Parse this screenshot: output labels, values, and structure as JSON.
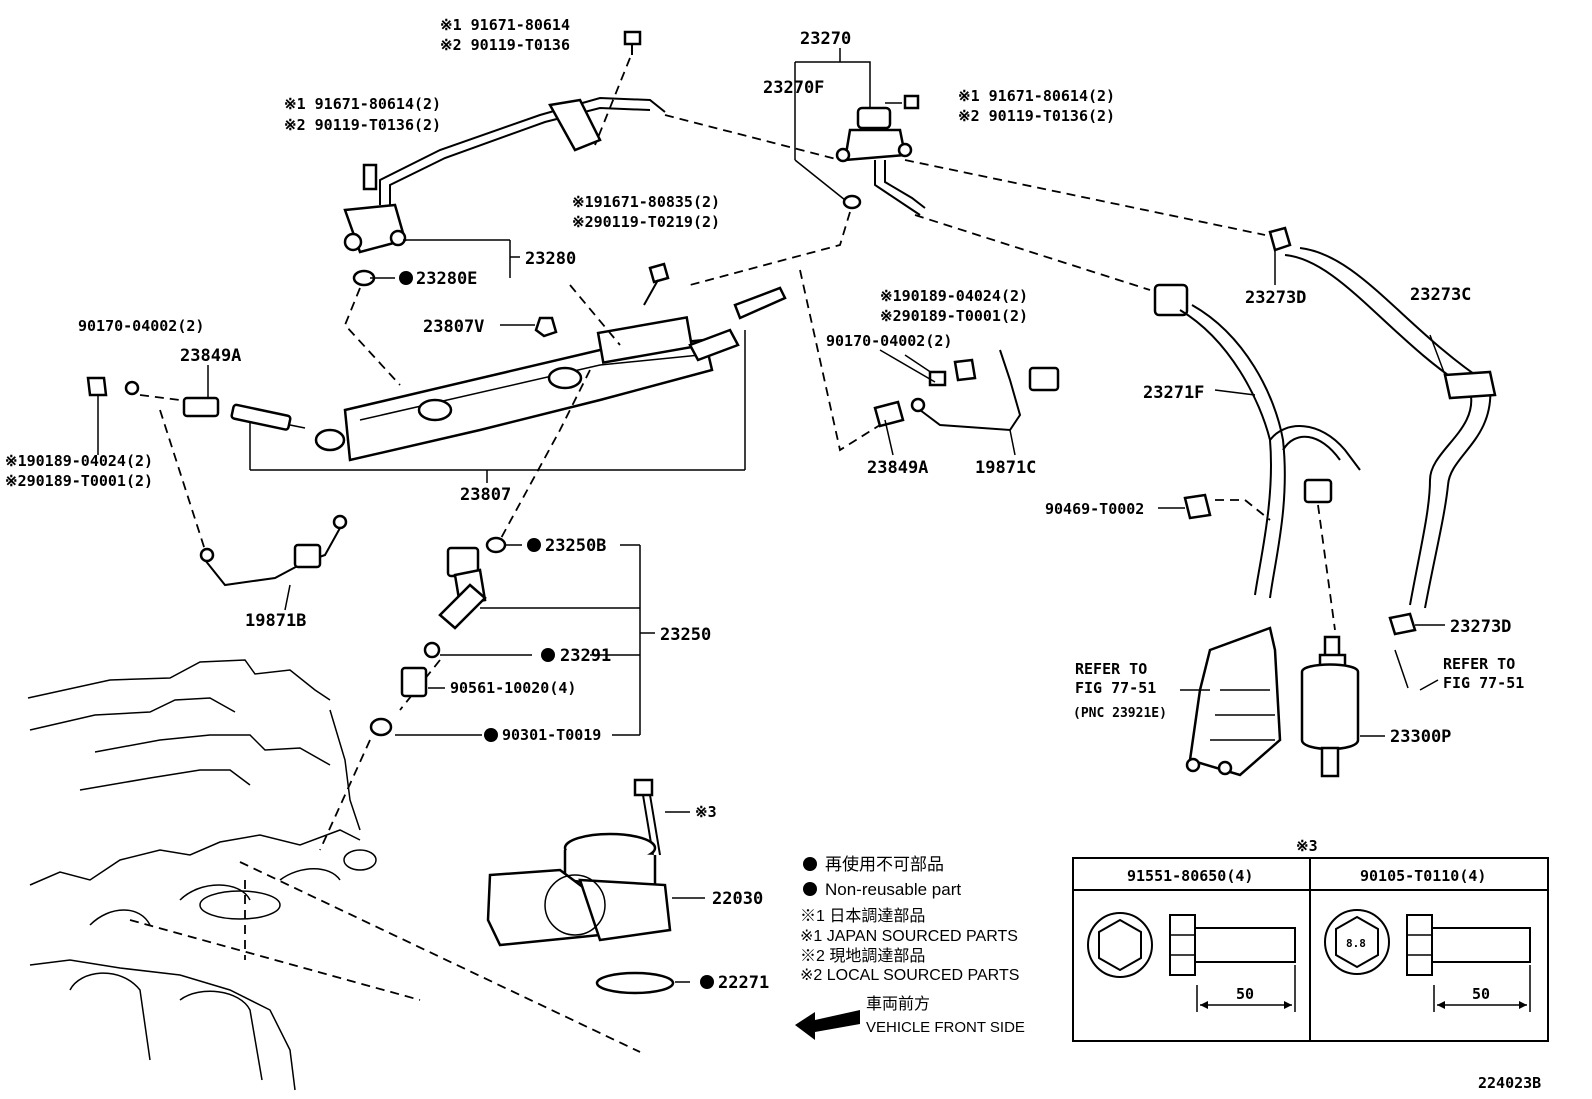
{
  "labels": {
    "p23270": "23270",
    "p23270F": "23270F",
    "bolt_top_1": "※1  91671-80614",
    "bolt_top_2": "※2  90119-T0136",
    "bolt_left_1": "※1  91671-80614(2)",
    "bolt_left_2": "※2  90119-T0136(2)",
    "bolt_right_1": "※1  91671-80614(2)",
    "bolt_right_2": "※2  90119-T0136(2)",
    "bolt_mid_1": "※191671-80835(2)",
    "bolt_mid_2": "※290119-T0219(2)",
    "p23280": "23280",
    "p23280E": "23280E",
    "p23807V": "23807V",
    "p90170_left": "90170-04002(2)",
    "p23849A_left": "23849A",
    "clip_left_1": "※190189-04024(2)",
    "clip_left_2": "※290189-T0001(2)",
    "p23807": "23807",
    "clip_mid_1": "※190189-04024(2)",
    "clip_mid_2": "※290189-T0001(2)",
    "p90170_mid": "90170-04002(2)",
    "p23849A_mid": "23849A",
    "p19871C": "19871C",
    "p23273D_top": "23273D",
    "p23273C": "23273C",
    "p23271F": "23271F",
    "p90469": "90469-T0002",
    "p23250B": "23250B",
    "p23250": "23250",
    "p19871B": "19871B",
    "p23291": "23291",
    "p90561": "90561-10020(4)",
    "p90301": "90301-T0019",
    "p23273D_bot": "23273D",
    "refer_left_1": "REFER TO",
    "refer_left_2": "FIG 77-51",
    "refer_left_3": "(PNC 23921E)",
    "refer_right_1": "REFER TO",
    "refer_right_2": "FIG 77-51",
    "p23300P": "23300P",
    "mark3": "※3",
    "p22030": "22030",
    "p22271": "22271",
    "diagram_id": "224023B"
  },
  "legend": {
    "nonreuse_jp": "再使用不可部品",
    "nonreuse_en": "Non-reusable part",
    "k1_jp": "※1  日本調達部品",
    "k1_en": "※1  JAPAN SOURCED PARTS",
    "k2_jp": "※2  現地調達部品",
    "k2_en": "※2  LOCAL SOURCED PARTS",
    "front_jp": "車両前方",
    "front_en": "VEHICLE FRONT SIDE"
  },
  "bolt_table": {
    "title": "※3",
    "col1": "91551-80650(4)",
    "col2": "90105-T0110(4)",
    "grade": "8.8",
    "len1": "50",
    "len2": "50"
  }
}
